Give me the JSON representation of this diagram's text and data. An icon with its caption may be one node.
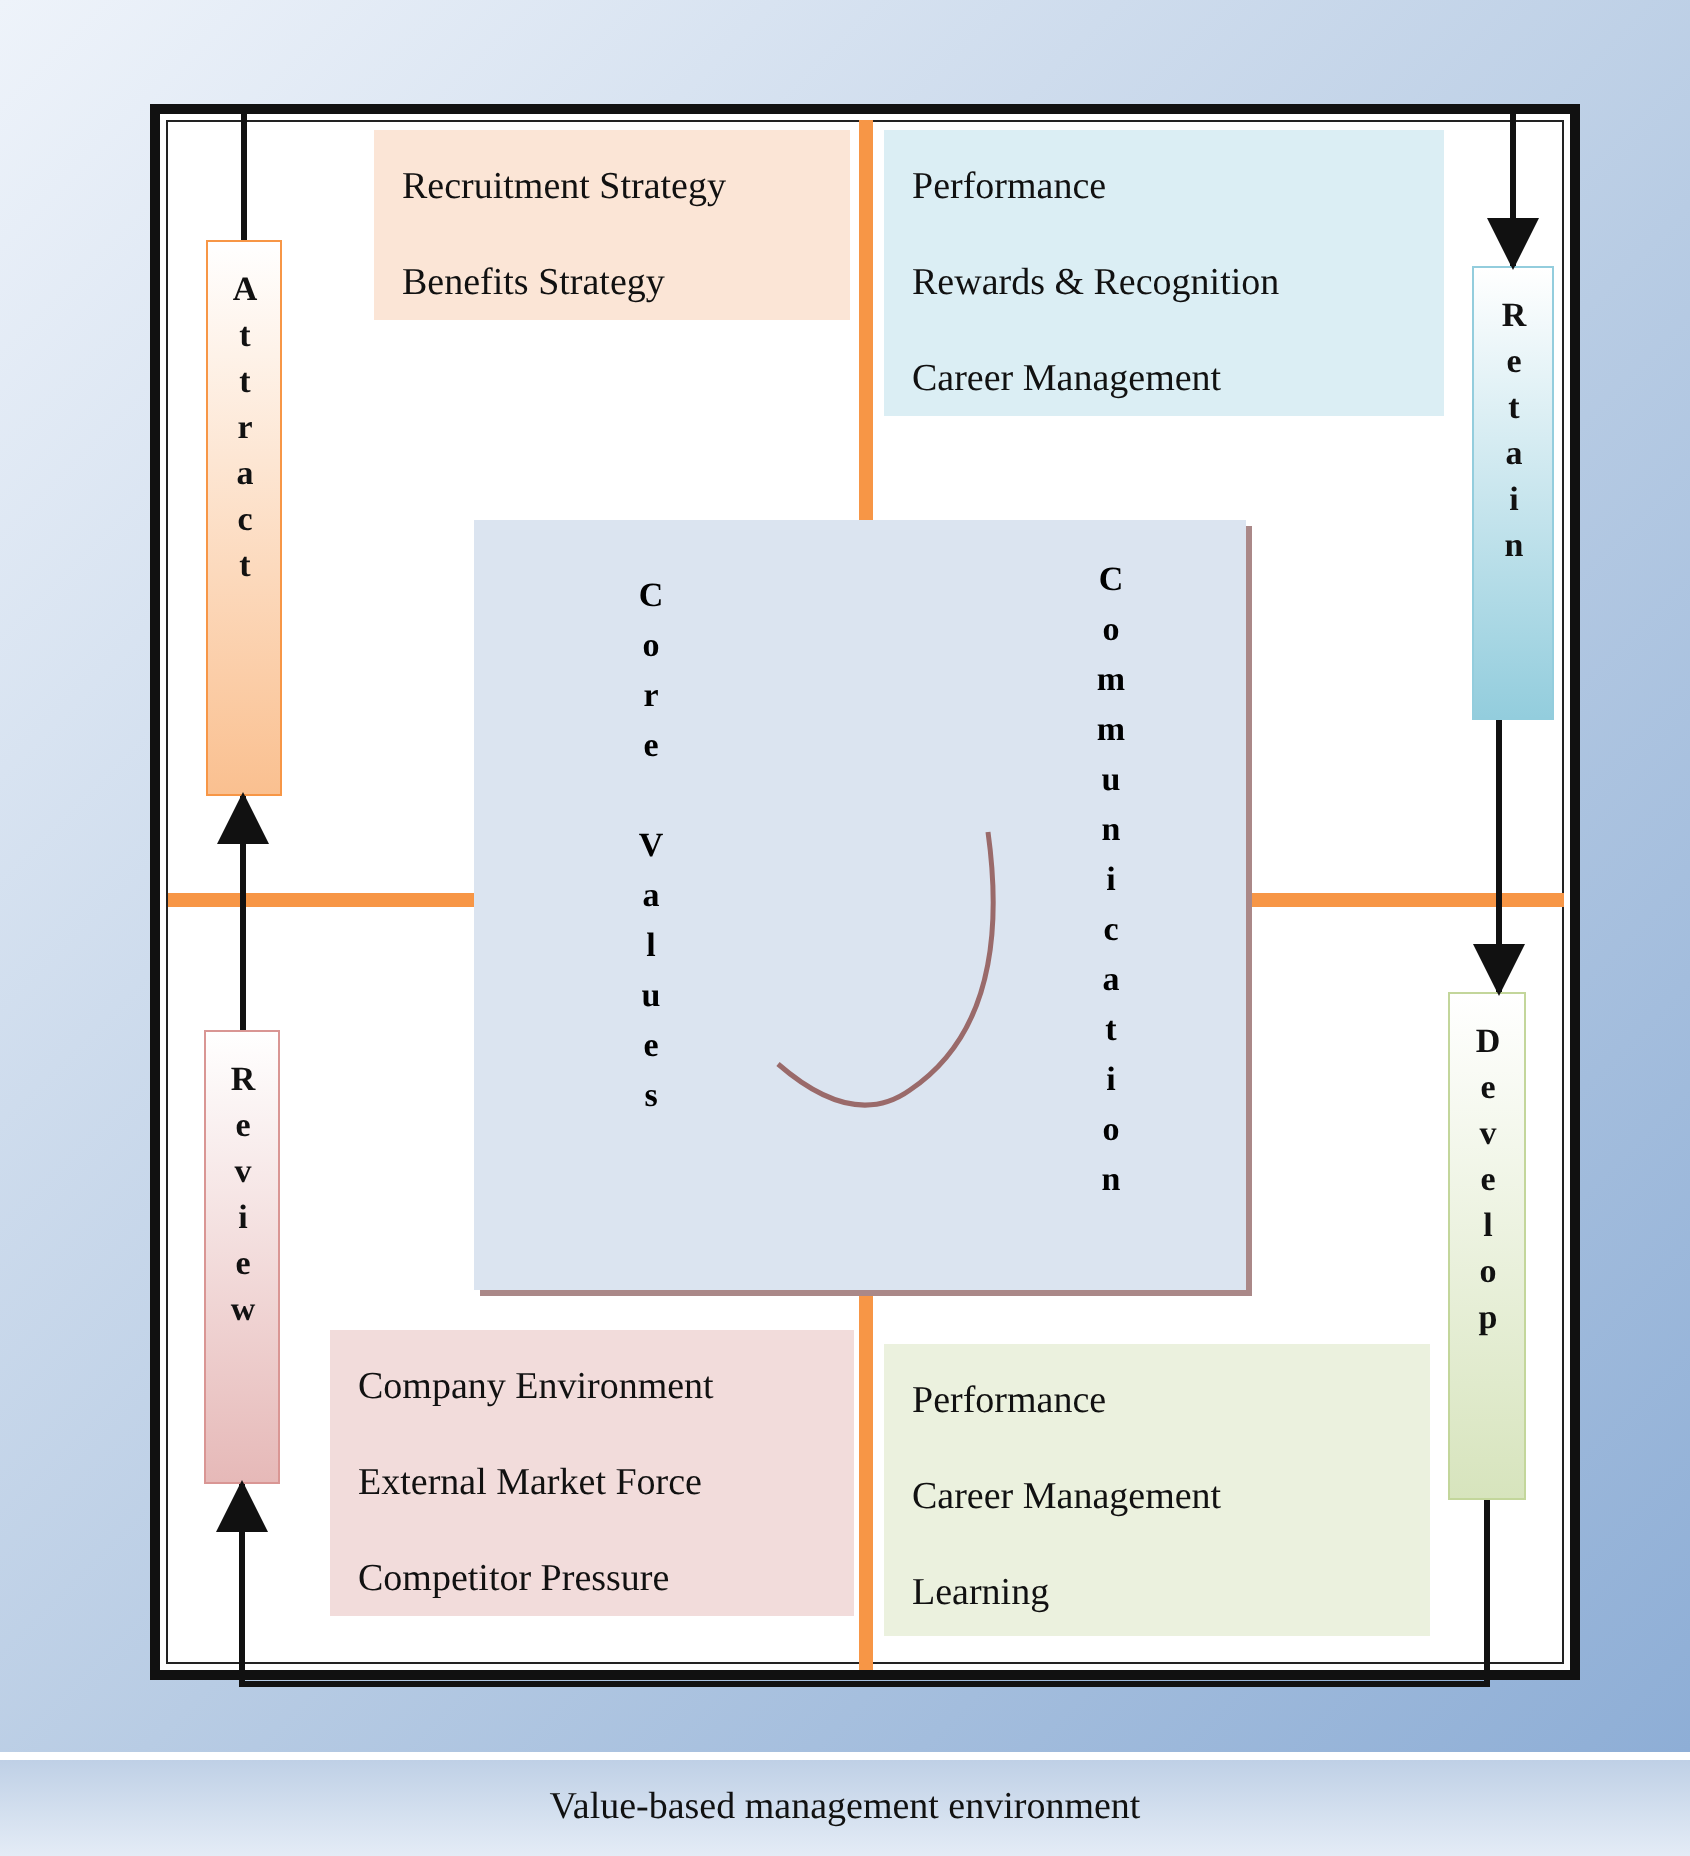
{
  "diagram": {
    "caption": "Value-based management environment",
    "nodes": [
      {
        "text": [
          "Recruitment Strategy",
          "Benefits Strategy"
        ]
      },
      {
        "text": [
          "Performance",
          "Rewards & Recognition",
          "Career Management"
        ]
      },
      {
        "text": [
          "Attract"
        ]
      },
      {
        "text": [
          "Retain"
        ]
      },
      {
        "text": [
          "Core Values",
          "Communication"
        ]
      },
      {
        "text": [
          "Review"
        ]
      },
      {
        "text": [
          "Develop"
        ]
      },
      {
        "text": [
          "Company Environment",
          "External Market Force",
          "Competitor Pressure"
        ]
      },
      {
        "text": [
          "Performance",
          "Career Management",
          "Learning"
        ]
      }
    ],
    "edges": [
      {
        "from": 2,
        "to": 3,
        "arrow": "to"
      },
      {
        "from": 3,
        "to": 6,
        "arrow": "to"
      },
      {
        "from": 6,
        "to": 5,
        "arrow": "to"
      },
      {
        "from": 5,
        "to": 2,
        "arrow": "to"
      }
    ]
  }
}
